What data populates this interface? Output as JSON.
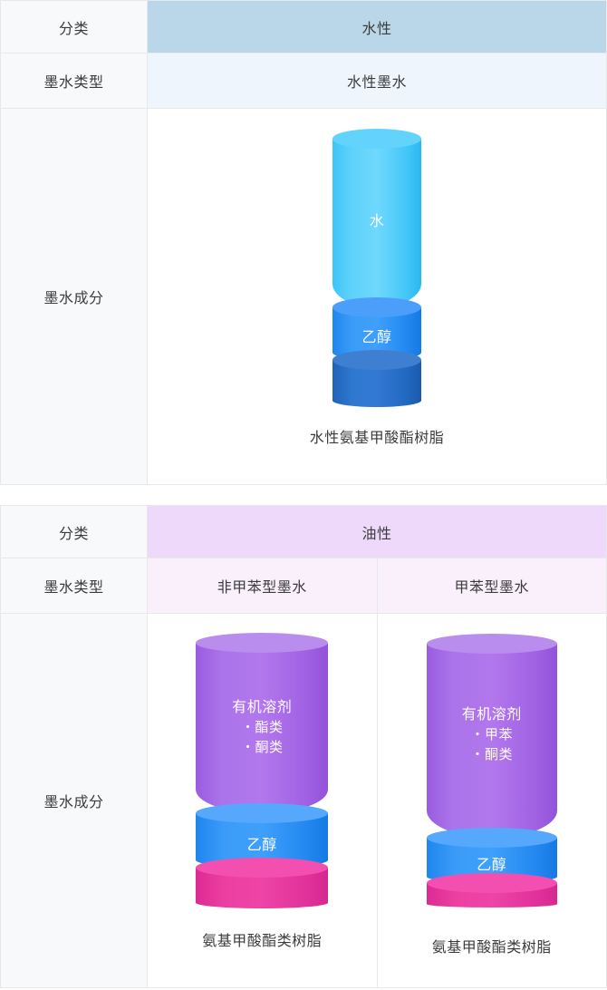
{
  "tables": [
    {
      "id": "water-based",
      "rows": {
        "category_label": "分类",
        "category_value": "水性",
        "ink_type_label": "墨水类型",
        "composition_label": "墨水成分"
      },
      "columns": [
        {
          "ink_type": "水性墨水",
          "caption": "水性氨基甲酸酯树脂",
          "segments": [
            {
              "name": "水",
              "bullets": [],
              "color": "#5fd2fb"
            },
            {
              "name": "乙醇",
              "bullets": [],
              "color": "#3b9cf8"
            },
            {
              "name": "",
              "bullets": [],
              "color": "#2f78cf"
            }
          ]
        }
      ]
    },
    {
      "id": "oil-based",
      "rows": {
        "category_label": "分类",
        "category_value": "油性",
        "ink_type_label": "墨水类型",
        "composition_label": "墨水成分"
      },
      "columns": [
        {
          "ink_type": "非甲苯型墨水",
          "caption": "氨基甲酸酯类树脂",
          "segments": [
            {
              "name": "有机溶剂",
              "bullets": [
                "・酯类",
                "・酮类"
              ],
              "color": "#ab74ea"
            },
            {
              "name": "乙醇",
              "bullets": [],
              "color": "#3b9cf8"
            },
            {
              "name": "",
              "bullets": [],
              "color": "#ec3fa1"
            }
          ]
        },
        {
          "ink_type": "甲苯型墨水",
          "caption": "氨基甲酸酯类树脂",
          "segments": [
            {
              "name": "有机溶剂",
              "bullets": [
                "・甲苯",
                "・酮类"
              ],
              "color": "#ab74ea"
            },
            {
              "name": "乙醇",
              "bullets": [],
              "color": "#3b9cf8"
            },
            {
              "name": "",
              "bullets": [],
              "color": "#ec3fa1"
            }
          ]
        }
      ]
    }
  ],
  "colors": {
    "header_blue": "#b9d7e9",
    "subheader_blue": "#eef5fd",
    "header_purple": "#eed9fb",
    "subheader_purple": "#f9f0fc",
    "label_column": "#f7f9fa",
    "border": "#e6e8ea",
    "text": "#3c3c3c"
  }
}
